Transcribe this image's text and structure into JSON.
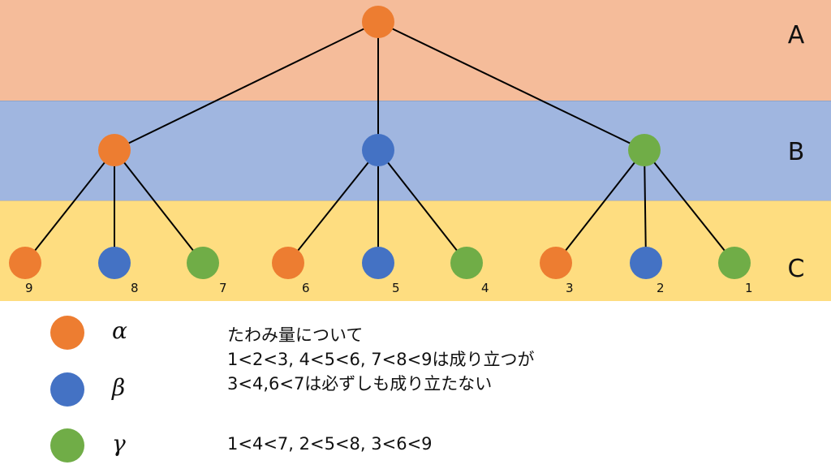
{
  "colors": {
    "alpha": "#ed7d31",
    "beta": "#4472c4",
    "gamma": "#70ad47"
  },
  "tiers": [
    "A",
    "B",
    "C"
  ],
  "tree": {
    "root": {
      "type": "alpha"
    },
    "middle": [
      {
        "type": "alpha"
      },
      {
        "type": "beta"
      },
      {
        "type": "gamma"
      }
    ],
    "leaves": [
      {
        "type": "alpha",
        "label": "9",
        "parent": 0
      },
      {
        "type": "beta",
        "label": "8",
        "parent": 0
      },
      {
        "type": "gamma",
        "label": "7",
        "parent": 0
      },
      {
        "type": "alpha",
        "label": "6",
        "parent": 1
      },
      {
        "type": "beta",
        "label": "5",
        "parent": 1
      },
      {
        "type": "gamma",
        "label": "4",
        "parent": 1
      },
      {
        "type": "alpha",
        "label": "3",
        "parent": 2
      },
      {
        "type": "beta",
        "label": "2",
        "parent": 2
      },
      {
        "type": "gamma",
        "label": "1",
        "parent": 2
      }
    ]
  },
  "legend": [
    {
      "type": "alpha",
      "symbol": "α"
    },
    {
      "type": "beta",
      "symbol": "β"
    },
    {
      "type": "gamma",
      "symbol": "γ"
    }
  ],
  "notes": {
    "block1": [
      "たわみ量について",
      "1<2<3, 4<5<6, 7<8<9は成り立つが",
      "3<4,6<7は必ずしも成り立たない"
    ],
    "block2": [
      "1<4<7, 2<5<8, 3<6<9"
    ]
  }
}
